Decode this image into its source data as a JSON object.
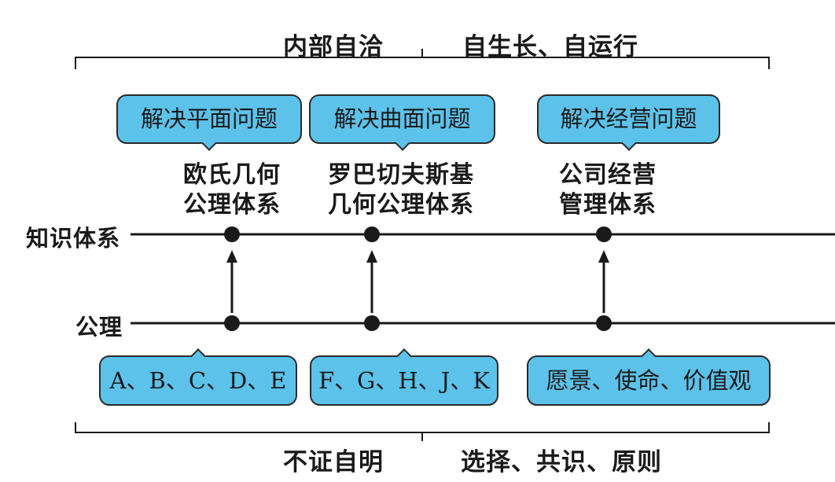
{
  "top_brace": {
    "left_label": "内部自洽",
    "right_label": "自生长、自运行"
  },
  "bottom_brace": {
    "left_label": "不证自明",
    "right_label": "选择、共识、原则"
  },
  "lines": {
    "upper_label": "知识体系",
    "lower_label": "公理"
  },
  "columns": [
    {
      "problem": "解决平面问题",
      "system_line1": "欧氏几何",
      "system_line2": "公理体系",
      "axioms": "A、B、C、D、E"
    },
    {
      "problem": "解决曲面问题",
      "system_line1": "罗巴切夫斯基",
      "system_line2": "几何公理体系",
      "axioms": "F、G、H、J、K"
    },
    {
      "problem": "解决经营问题",
      "system_line1": "公司经营",
      "system_line2": "管理体系",
      "axioms": "愿景、使命、价值观"
    }
  ],
  "colors": {
    "bubble_fill": "#5cc2ea",
    "line": "#1a1a1a"
  }
}
